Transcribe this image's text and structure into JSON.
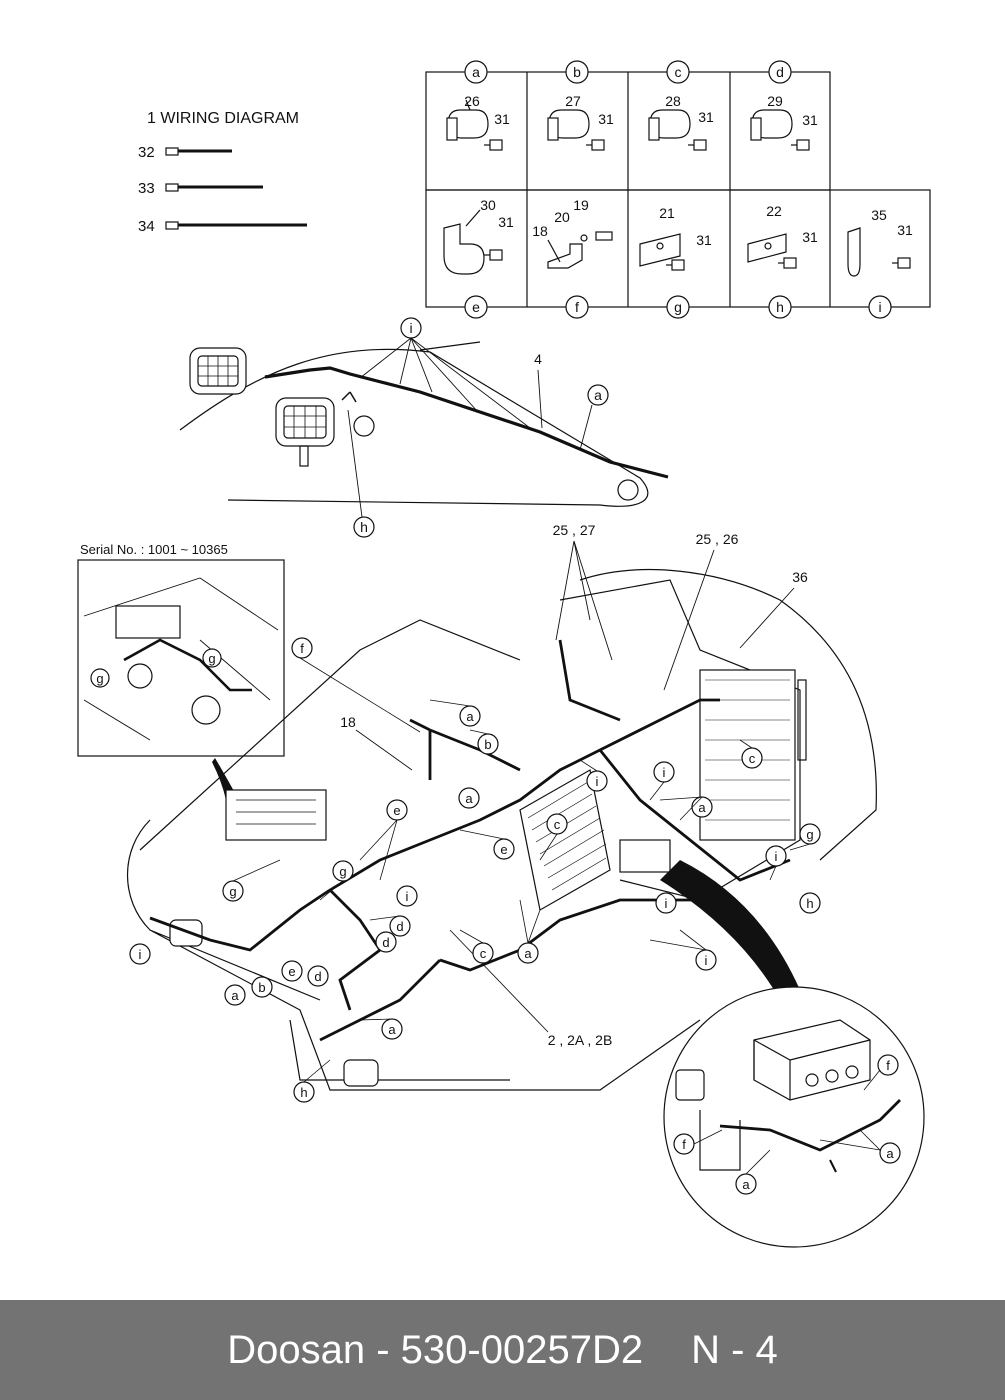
{
  "title_line": "1  WIRING DIAGRAM",
  "tie_wraps": [
    "32",
    "33",
    "34"
  ],
  "clamp_table": {
    "top_row": [
      {
        "letter": "a",
        "part": "26",
        "bolt": "31"
      },
      {
        "letter": "b",
        "part": "27",
        "bolt": "31"
      },
      {
        "letter": "c",
        "part": "28",
        "bolt": "31"
      },
      {
        "letter": "d",
        "part": "29",
        "bolt": "31"
      }
    ],
    "bottom_row": [
      {
        "letter": "e",
        "parts": [
          "30",
          "31"
        ]
      },
      {
        "letter": "f",
        "parts": [
          "18",
          "20",
          "19"
        ]
      },
      {
        "letter": "g",
        "parts": [
          "21",
          "31"
        ]
      },
      {
        "letter": "h",
        "parts": [
          "22",
          "31"
        ]
      },
      {
        "letter": "i",
        "parts": [
          "35",
          "31"
        ]
      }
    ]
  },
  "boom_callouts": {
    "i": "i",
    "part": "4",
    "a": "a",
    "h": "h"
  },
  "inset_label": "Serial No. : 1001 ~ 10365",
  "part_labels": {
    "p18": "18",
    "p25_27": "25 , 27",
    "p25_26": "25 , 26",
    "p36": "36",
    "p2": "2 , 2A , 2B"
  },
  "footer": {
    "brand_part": "Doosan - 530-00257D2",
    "page": "N - 4"
  }
}
